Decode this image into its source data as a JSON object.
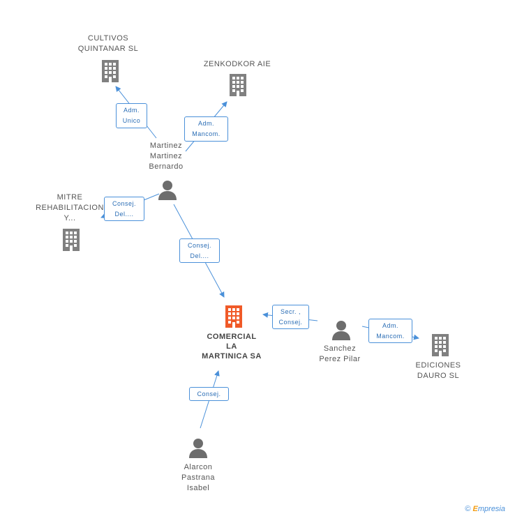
{
  "colors": {
    "edge": "#4a90d9",
    "company": "#808080",
    "main_company": "#f05a28",
    "person": "#6d6d6d"
  },
  "nodes": {
    "cultivos": {
      "label": "CULTIVOS\nQUINTANAR  SL",
      "icon": "building-icon"
    },
    "zenkodkor": {
      "label": "ZENKODKOR AIE",
      "icon": "building-icon"
    },
    "martinez": {
      "label": "Martinez\nMartinez\nBernardo",
      "icon": "person-icon"
    },
    "mitre": {
      "label": "MITRE\nREHABILITACION\nY...",
      "icon": "building-icon"
    },
    "comercial": {
      "label": "COMERCIAL\nLA\nMARTINICA SA",
      "icon": "building-icon"
    },
    "sanchez": {
      "label": "Sanchez\nPerez Pilar",
      "icon": "person-icon"
    },
    "ediciones": {
      "label": "EDICIONES\nDAURO SL",
      "icon": "building-icon"
    },
    "alarcon": {
      "label": "Alarcon\nPastrana\nIsabel",
      "icon": "person-icon"
    }
  },
  "edges": [
    {
      "id": "e1",
      "from": "martinez",
      "to": "cultivos",
      "label": "Adm.\nUnico"
    },
    {
      "id": "e2",
      "from": "martinez",
      "to": "zenkodkor",
      "label": "Adm.\nMancom."
    },
    {
      "id": "e3",
      "from": "martinez",
      "to": "mitre",
      "label": "Consej.\nDel...."
    },
    {
      "id": "e4",
      "from": "martinez",
      "to": "comercial",
      "label": "Consej.\nDel...."
    },
    {
      "id": "e5",
      "from": "sanchez",
      "to": "comercial",
      "label": "Secr. ,\nConsej."
    },
    {
      "id": "e6",
      "from": "sanchez",
      "to": "ediciones",
      "label": "Adm.\nMancom."
    },
    {
      "id": "e7",
      "from": "alarcon",
      "to": "comercial",
      "label": "Consej."
    }
  ],
  "footer": {
    "copyright": "©",
    "brand_initial": "E",
    "brand_rest": "mpresia"
  }
}
